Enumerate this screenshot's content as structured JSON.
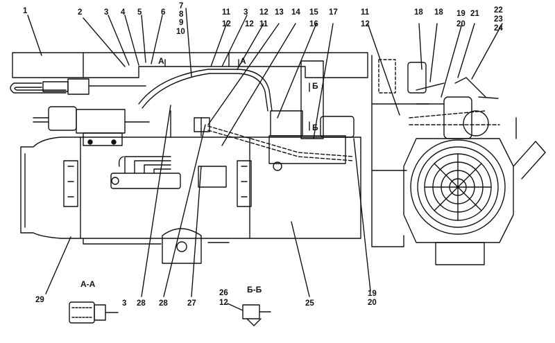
{
  "diagram": {
    "labels": {
      "l1": "1",
      "l2": "2",
      "l3a": "3",
      "l4": "4",
      "l5": "5",
      "l6": "6",
      "l7": "7",
      "l8": "8",
      "l9": "9",
      "l10": "10",
      "l11a": "11",
      "l12a": "12",
      "l3b": "3",
      "l12b": "12",
      "l12c": "12",
      "l11b": "11",
      "l13": "13",
      "l14": "14",
      "l15": "15",
      "l16": "16",
      "l17": "17",
      "l11c": "11",
      "l12d": "12",
      "l18a": "18",
      "l18b": "18",
      "l19a": "19",
      "l20a": "20",
      "l21": "21",
      "l22": "22",
      "l23": "23",
      "l24": "24",
      "l29": "29",
      "l28a": "28",
      "l28b": "28",
      "l27": "27",
      "l25": "25",
      "l19b": "19",
      "l20b": "20",
      "l3c": "3",
      "l26": "26",
      "l12e": "12",
      "secAmark1": "А",
      "secAmark2": "А",
      "secBmark1": "Б",
      "secBmark2": "Б",
      "secAA": "А-А",
      "secBB": "Б-Б"
    }
  }
}
